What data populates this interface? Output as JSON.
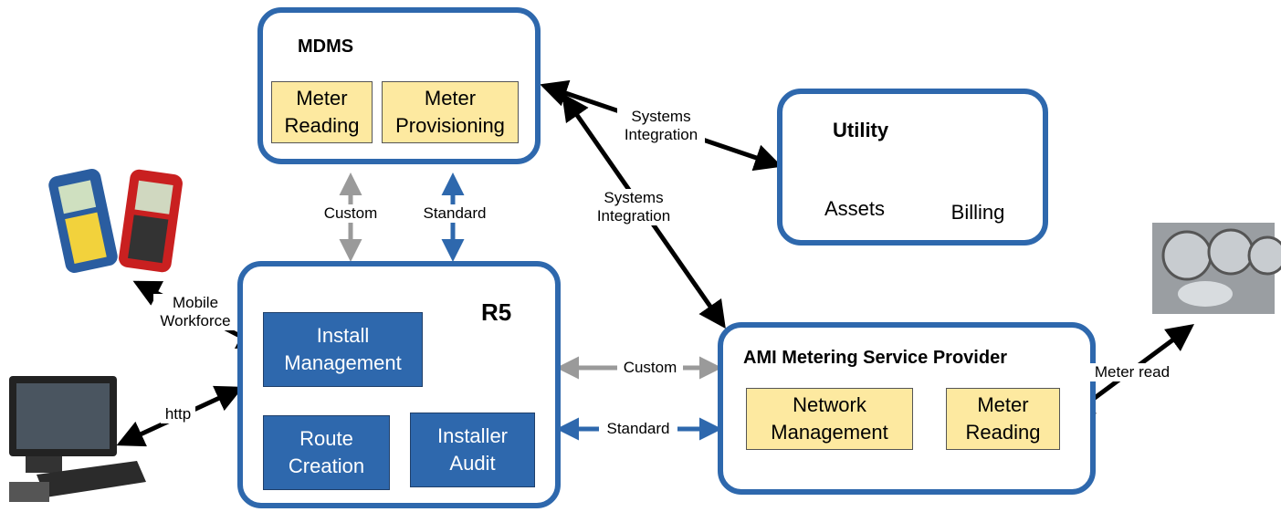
{
  "mdms": {
    "title": "MDMS",
    "modules": [
      "Meter\nReading",
      "Meter\nProvisioning"
    ]
  },
  "utility": {
    "title": "Utility",
    "stores": [
      "Assets",
      "Billing"
    ]
  },
  "r5": {
    "title": "R5",
    "modules": [
      "Install\nManagement",
      "Route\nCreation",
      "Installer\nAudit"
    ]
  },
  "ami": {
    "title": "AMI Metering Service Provider",
    "modules": [
      "Network\nManagement",
      "Meter\nReading"
    ]
  },
  "connections": {
    "custom_vertical": "Custom",
    "standard_vertical": "Standard",
    "systems_integration_utility": "Systems\nIntegration",
    "systems_integration_ami": "Systems\nIntegration",
    "mobile_workforce": "Mobile\nWorkforce",
    "http": "http",
    "custom_horizontal": "Custom",
    "standard_horizontal": "Standard",
    "meter_read": "Meter read"
  },
  "colors": {
    "box_border": "#2e68ad",
    "yellow_module": "#fde9a0",
    "blue_module": "#2e68ad",
    "custom_arrow": "#9a9a9a",
    "standard_arrow": "#2e68ad"
  }
}
